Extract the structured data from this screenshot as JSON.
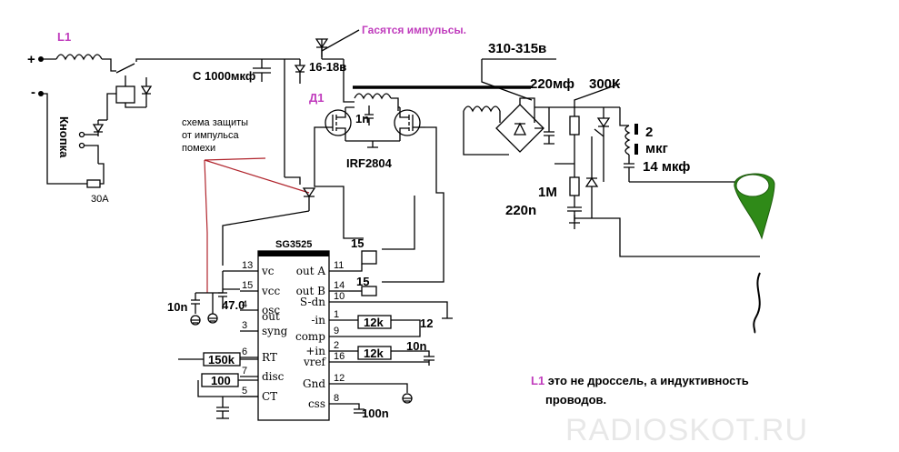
{
  "title": "",
  "labels": {
    "l1": "L1",
    "plus": "+",
    "minus": "-",
    "button": "Кнопка",
    "fuse": "30А",
    "capacitor_main": "С 1000мкф",
    "zener": "16-18в",
    "d1": "Д1",
    "pulses_note": "Гасятся импульсы.",
    "protection_note": [
      "схема защиты",
      "от импульса",
      "помехи"
    ],
    "transformer_cap": "1n",
    "mosfet": "IRF2804",
    "voltage": "310-315в",
    "cap_220mf": "220мф",
    "res_300k": "300К",
    "res_1m": "1М",
    "cap_220n": "220n",
    "coil_2": "2",
    "coil_mkg": "мкг",
    "cap_14mkf": "14 мкф",
    "chip": "SG3525",
    "cap_10n_left": "10n",
    "cap_47": "47.0",
    "res_150k": "150k",
    "res_100": "100",
    "res_12k_a": "12k",
    "res_12k_b": "12k",
    "cap_10n_right": "10n",
    "cap_100n": "100n",
    "res_15_a": "15",
    "res_15_b": "15",
    "pin_12_right": "12",
    "note_l1": "L1",
    "note_line1": " это не дроссель, а индуктивность",
    "note_line2": "проводов.",
    "watermark": "RADIOSKOT.RU"
  },
  "ic": {
    "left_pins": [
      {
        "num": "13",
        "name": "vc"
      },
      {
        "num": "15",
        "name": "vcc"
      },
      {
        "num": "4",
        "name": "osc"
      },
      {
        "num": "3",
        "name": "syng"
      },
      {
        "num": "6",
        "name": "RT"
      },
      {
        "num": "7",
        "name": "disc"
      },
      {
        "num": "5",
        "name": "CT"
      }
    ],
    "out_label": "out",
    "right_pins": [
      {
        "num": "11",
        "name": "out A"
      },
      {
        "num": "14",
        "name": "out B"
      },
      {
        "num": "10",
        "name": "S-dn"
      },
      {
        "num": "1",
        "name": "-in"
      },
      {
        "num": "9",
        "name": "comp"
      },
      {
        "num": "2",
        "name": "+in"
      },
      {
        "num": "16",
        "name": "vref"
      },
      {
        "num": "12",
        "name": "Gnd"
      },
      {
        "num": "8",
        "name": "css"
      }
    ]
  },
  "colors": {
    "wire": "#000000",
    "annotation_red": "#b0242c",
    "magenta": "#c03cbd",
    "electrode_green": "#2f8a18",
    "watermark": "#e8e8e8"
  }
}
